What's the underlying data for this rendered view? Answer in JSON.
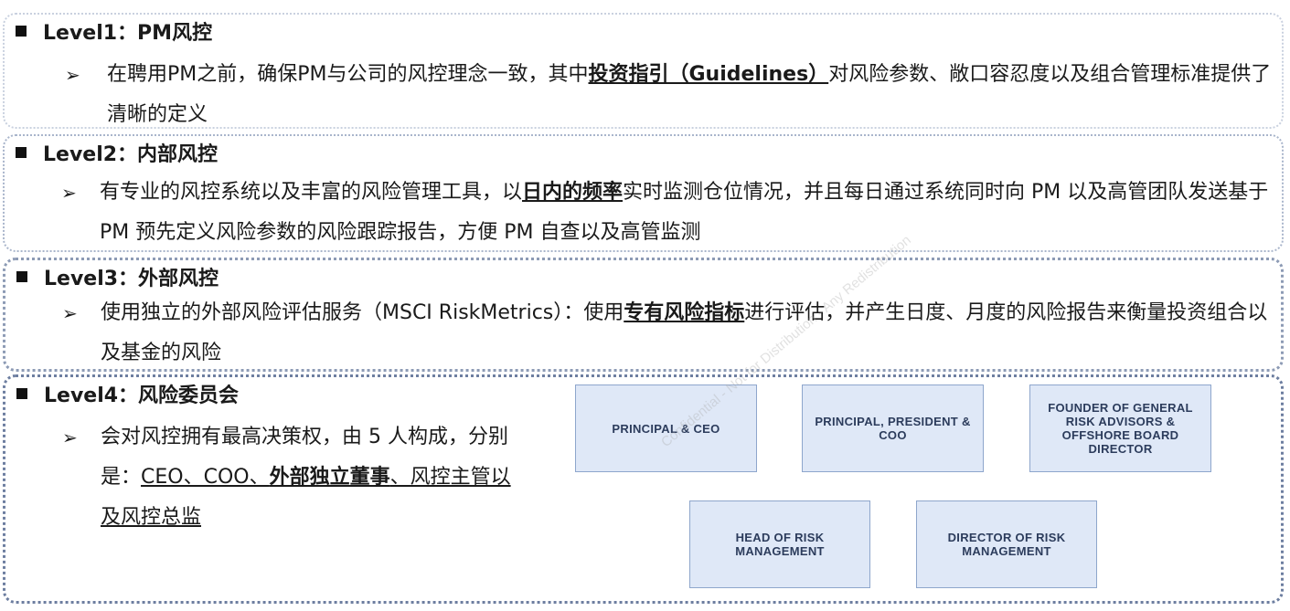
{
  "levels": [
    {
      "heading": "Level1：PM风控",
      "text": [
        {
          "t": "在聘用PM之前，确保PM与公司的风控理念一致，其中",
          "s": ""
        },
        {
          "t": "投资指引（Guidelines）",
          "s": "bold"
        },
        {
          "t": "对风险参数、敞口容忍度以及组合管理标准提供了清晰的定义",
          "s": ""
        }
      ]
    },
    {
      "heading": "Level2：内部风控",
      "text": [
        {
          "t": "有专业的风控系统以及丰富的风险管理工具，以",
          "s": ""
        },
        {
          "t": "日内的频率",
          "s": "bold"
        },
        {
          "t": "实时监测仓位情况，并且每日通过系统同时向 PM 以及高管团队发送基于 PM 预先定义风险参数的风险跟踪报告，方便 PM 自查以及高管监测",
          "s": ""
        }
      ]
    },
    {
      "heading": "Level3：外部风控",
      "text": [
        {
          "t": "使用独立的外部风险评估服务（MSCI RiskMetrics）：使用",
          "s": ""
        },
        {
          "t": "专有风险指标",
          "s": "bold"
        },
        {
          "t": "进行评估，并产生日度、月度的风险报告来衡量投资组合以及基金的风险",
          "s": ""
        }
      ]
    },
    {
      "heading": "Level4：风险委员会",
      "text": [
        {
          "t": "会对风控拥有最高决策权，由 5 人构成，分别是：",
          "s": ""
        },
        {
          "t": "CEO、COO、",
          "s": "ul"
        },
        {
          "t": "外部独立董事",
          "s": "bold"
        },
        {
          "t": "、风控主管以及风控总监",
          "s": "ul"
        }
      ]
    }
  ],
  "bullet_glyph": "➢",
  "committee": {
    "members": [
      "PRINCIPAL & CEO",
      "PRINCIPAL, PRESIDENT & COO",
      "FOUNDER OF GENERAL RISK ADVISORS & OFFSHORE BOARD DIRECTOR",
      "HEAD OF RISK MANAGEMENT",
      "DIRECTOR OF RISK MANAGEMENT"
    ]
  },
  "watermark": "Confidential - Not for Distribution - Any Redistribution"
}
